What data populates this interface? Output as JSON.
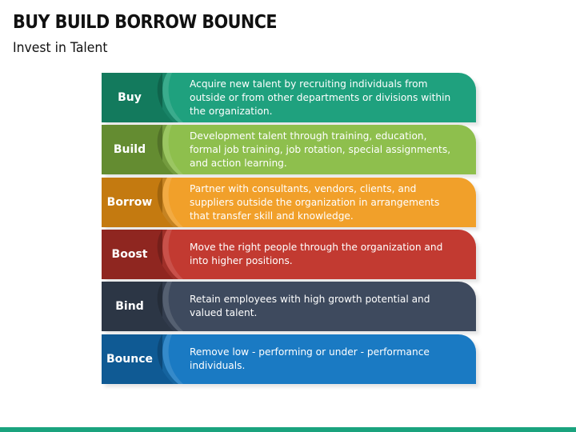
{
  "slide": {
    "title": "BUY BUILD BORROW BOUNCE",
    "subtitle": "Invest in Talent"
  },
  "rows": [
    {
      "label": "Buy",
      "description": "Acquire new talent by recruiting individuals from outside or from other departments or divisions within the organization.",
      "color": "#1fa17e",
      "tab_color": "#137a5d"
    },
    {
      "label": "Build",
      "description": "Development talent through training, education, formal job training, job rotation, special assignments, and action learning.",
      "color": "#8ebf4d",
      "tab_color": "#648c31"
    },
    {
      "label": "Borrow",
      "description": "Partner with consultants, vendors, clients, and suppliers outside the organization in arrangements that transfer skill and knowledge.",
      "color": "#f1a02a",
      "tab_color": "#c47a10"
    },
    {
      "label": "Boost",
      "description": "Move the right people through the organization and into higher positions.",
      "color": "#c23a31",
      "tab_color": "#8f2620"
    },
    {
      "label": "Bind",
      "description": "Retain employees with high growth potential and valued talent.",
      "color": "#3e4a5e",
      "tab_color": "#2c3645"
    },
    {
      "label": "Bounce",
      "description": "Remove low - performing or under - performance individuals.",
      "color": "#1a7ac3",
      "tab_color": "#0f5a94"
    }
  ],
  "footer": {
    "bar_color": "#1aa37e"
  }
}
